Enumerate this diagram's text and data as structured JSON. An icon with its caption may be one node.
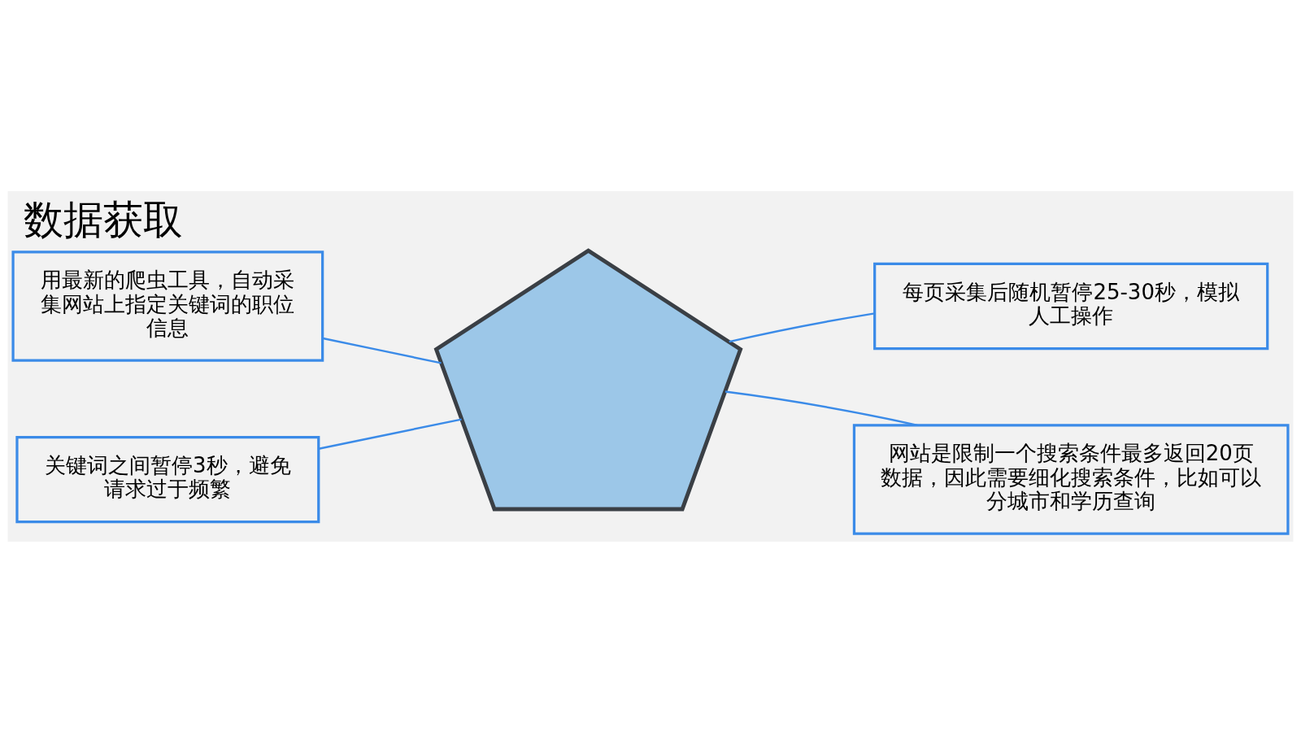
{
  "diagram": {
    "title": "数据获取",
    "nodes": [
      {
        "text": [
          "用最新的爬虫工具，自动采集网站上指定关键词的职位信息"
        ]
      },
      {
        "text": [
          "每页采集后随机暂停25-30秒，模拟人工操作"
        ]
      },
      {
        "text": [],
        "shape": "pentagon"
      },
      {
        "text": [
          "关键词之间暂停3秒，避免请求过于频繁"
        ]
      },
      {
        "text": [
          "网站是限制一个搜索条件最多返回20页数据，因此需要细化搜索条件，比如可以分城市和学历查询"
        ]
      }
    ],
    "edges": [
      {
        "from": 0,
        "to": 2,
        "arrow": "none"
      },
      {
        "from": 1,
        "to": 2,
        "arrow": "none"
      },
      {
        "from": 3,
        "to": 2,
        "arrow": "none"
      },
      {
        "from": 4,
        "to": 2,
        "arrow": "none"
      }
    ]
  }
}
